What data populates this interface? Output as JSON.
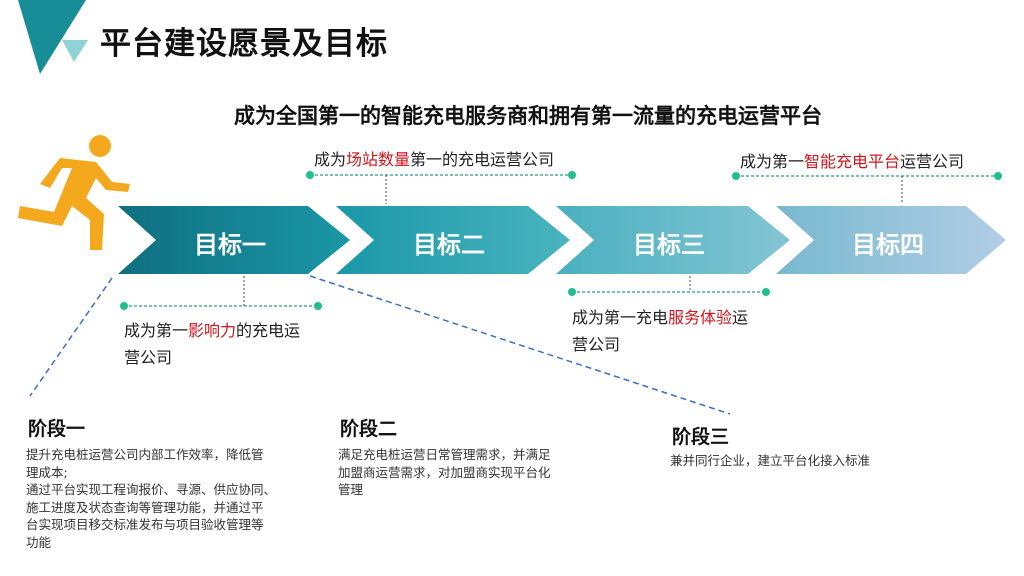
{
  "header": {
    "title": "平台建设愿景及目标"
  },
  "vision": "成为全国第一的智能充电服务商和拥有第一流量的充电运营平台",
  "goals": [
    {
      "label": "目标一",
      "desc": {
        "pre": "成为第一",
        "hl": "影响力",
        "post1": "的充电运",
        "line2": "营公司"
      }
    },
    {
      "label": "目标二",
      "desc": {
        "pre": "成为",
        "hl": "场站数量",
        "post": "第一的充电运营公司"
      }
    },
    {
      "label": "目标三",
      "desc": {
        "pre": "成为第一充电",
        "hl": "服务体验",
        "post1": "运",
        "line2": "营公司"
      }
    },
    {
      "label": "目标四",
      "desc": {
        "pre": "成为第一",
        "hl": "智能充电平台",
        "post": "运营公司"
      }
    }
  ],
  "stages": [
    {
      "title": "阶段一",
      "lines": [
        "提升充电桩运营公司内部工作效率，降低管",
        "理成本;",
        "通过平台实现工程询报价、寻源、供应协同、",
        "施工进度及状态查询等管理功能，并通过平",
        "台实现项目移交标准发布与项目验收管理等",
        "功能"
      ]
    },
    {
      "title": "阶段二",
      "lines": [
        "满足充电桩运营日常管理需求，并满足",
        "加盟商运营需求，对加盟商实现平台化",
        "管理"
      ]
    },
    {
      "title": "阶段三",
      "lines": [
        "兼并同行企业，建立平台化接入标准"
      ]
    }
  ],
  "colors": {
    "teal": "#1a8fa0",
    "dark_teal": "#136e7e",
    "highlight": "#d0161b",
    "runner": "#f4a81d",
    "dot": "#1fbf8f"
  }
}
